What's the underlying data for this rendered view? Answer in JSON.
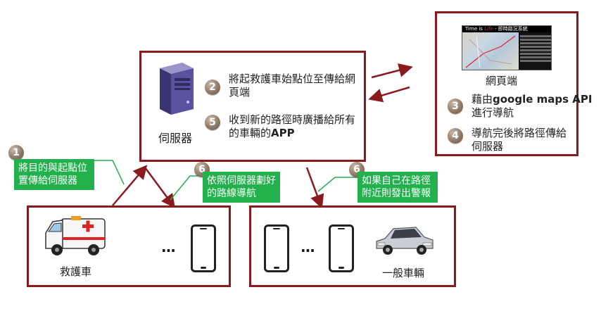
{
  "server": {
    "label": "伺服器",
    "step2_badge": "2",
    "step2_text_line1": "將起救護車始點位至傳給網",
    "step2_text_line2": "頁端",
    "step5_badge": "5",
    "step5_text_line1": "收到新的路徑時廣播給所有",
    "step5_text_line2_prefix": "的車輛的",
    "step5_text_line2_bold": "APP"
  },
  "web": {
    "screen_title_a": "Time is ",
    "screen_title_b": "Life",
    "screen_title_c": " - 即時路況系統",
    "label": "網頁端",
    "step3_badge": "3",
    "step3_text_prefix": "藉由",
    "step3_text_bold": "google maps API",
    "step3_text_line2": "進行導航",
    "step4_badge": "4",
    "step4_text_line1": "導航完後將路徑傳給",
    "step4_text_line2": "伺服器"
  },
  "notes": {
    "n1_badge": "1",
    "n1_line1": "將目的與起點位",
    "n1_line2": "置傳給伺服器",
    "n6a_badge": "6",
    "n6a_line1": "依照伺服器劃好",
    "n6a_line2": "的路線導航",
    "n6b_badge": "6",
    "n6b_line1": "如果自己在路徑",
    "n6b_line2": "附近則發出警報"
  },
  "ambulance_box": {
    "label": "救護車",
    "dots": "..."
  },
  "cars_box": {
    "label": "一般車輛",
    "dots": "..."
  },
  "colors": {
    "frame": "#8b1a1f",
    "note": "#22b14c",
    "badge": "#8a7462"
  }
}
